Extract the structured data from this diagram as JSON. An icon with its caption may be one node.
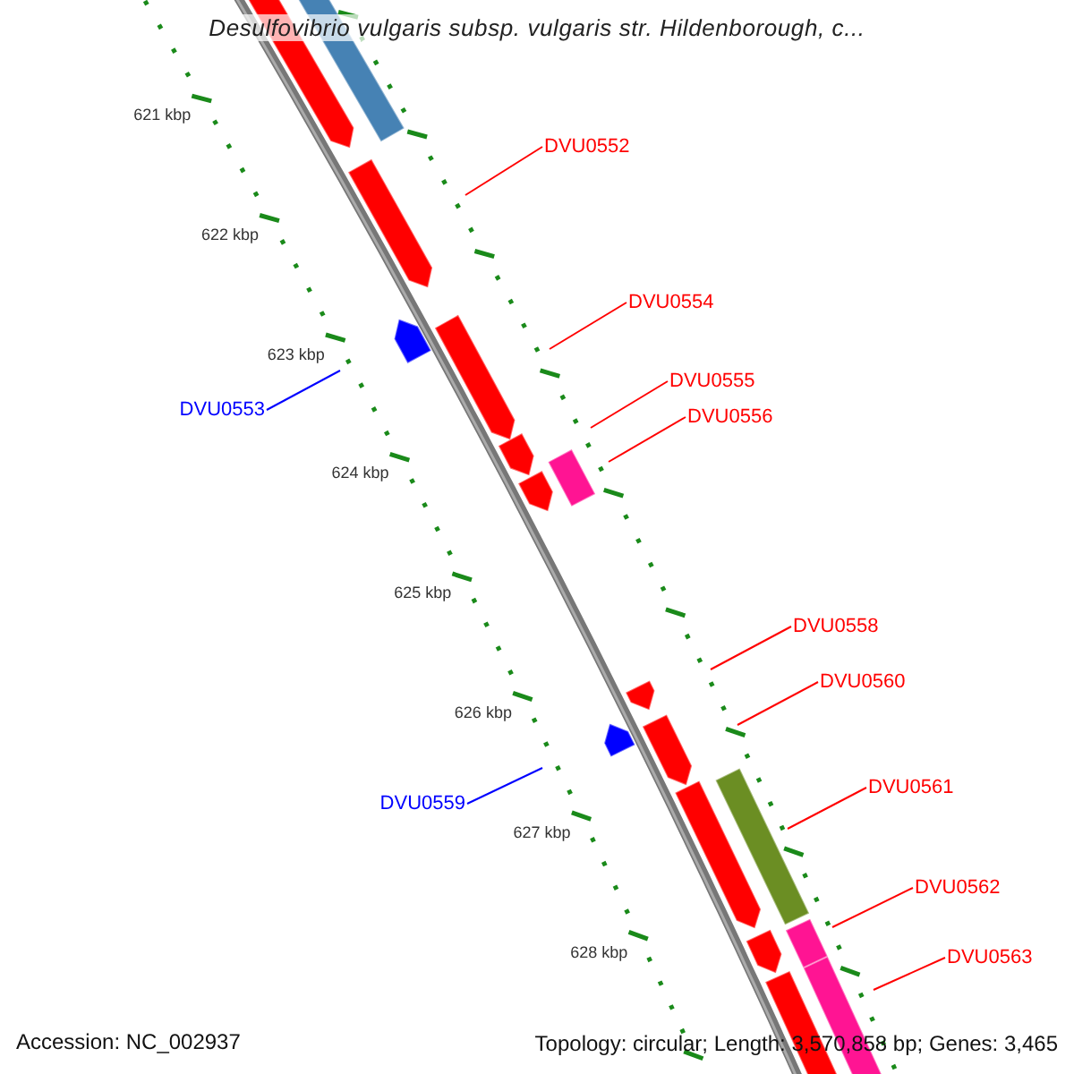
{
  "diagram": {
    "title": "Desulfovibrio vulgaris subsp. vulgaris str. Hildenborough, c...",
    "nodes": [
      {
        "text": [
          "DVU0552"
        ]
      },
      {
        "text": [
          "DVU0554"
        ]
      },
      {
        "text": [
          "DVU0555"
        ]
      },
      {
        "text": [
          "DVU0556"
        ]
      },
      {
        "text": [
          "DVU0553"
        ]
      },
      {
        "text": [
          "DVU0558"
        ]
      },
      {
        "text": [
          "DVU0560"
        ]
      },
      {
        "text": [
          "DVU0561"
        ]
      },
      {
        "text": [
          "DVU0559"
        ]
      },
      {
        "text": [
          "DVU0562"
        ]
      },
      {
        "text": [
          "DVU0563"
        ]
      }
    ],
    "edges": [
      {
        "from": 0,
        "to": null,
        "arrow": "none"
      },
      {
        "from": 1,
        "to": null,
        "arrow": "none"
      },
      {
        "from": 2,
        "to": null,
        "arrow": "none"
      },
      {
        "from": 3,
        "to": null,
        "arrow": "none"
      },
      {
        "from": 4,
        "to": null,
        "arrow": "none",
        "color": "#0000ff"
      },
      {
        "from": 5,
        "to": null,
        "arrow": "none"
      },
      {
        "from": 6,
        "to": null,
        "arrow": "none"
      },
      {
        "from": 7,
        "to": null,
        "arrow": "none"
      },
      {
        "from": 8,
        "to": null,
        "arrow": "none",
        "color": "#0000ff"
      },
      {
        "from": 9,
        "to": null,
        "arrow": "none"
      },
      {
        "from": 10,
        "to": null,
        "arrow": "none"
      }
    ],
    "labels": [
      "621 kbp",
      "622 kbp",
      "623 kbp",
      "624 kbp",
      "625 kbp",
      "626 kbp",
      "627 kbp",
      "628 kbp",
      "Accession: NC_002937",
      "Topology: circular; Length: 3,570,858 bp; Genes: 3,465"
    ]
  }
}
